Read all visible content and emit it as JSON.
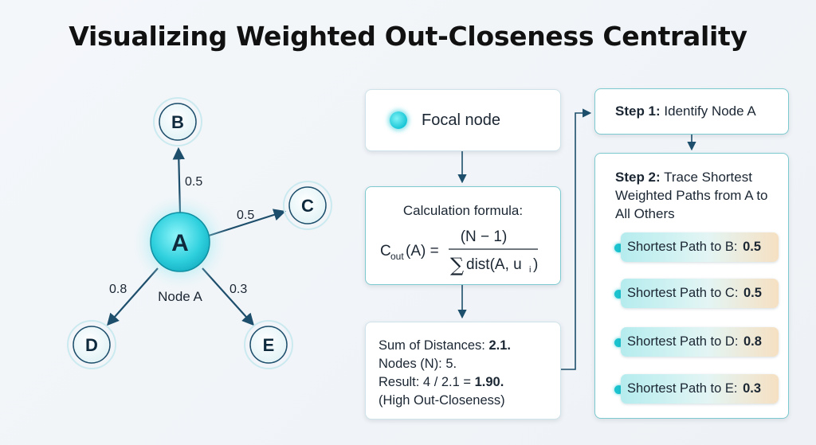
{
  "title": "Visualizing Weighted Out-Closeness Centrality",
  "graph": {
    "nodes": [
      {
        "id": "A",
        "label": "A",
        "caption": "Node A"
      },
      {
        "id": "B",
        "label": "B"
      },
      {
        "id": "C",
        "label": "C"
      },
      {
        "id": "D",
        "label": "D"
      },
      {
        "id": "E",
        "label": "E"
      }
    ],
    "edges": [
      {
        "from": "A",
        "to": "B",
        "weight": "0.5"
      },
      {
        "from": "A",
        "to": "C",
        "weight": "0.5"
      },
      {
        "from": "A",
        "to": "D",
        "weight": "0.8"
      },
      {
        "from": "A",
        "to": "E",
        "weight": "0.3"
      }
    ]
  },
  "legend": {
    "focal_node": "Focal node"
  },
  "formula": {
    "heading": "Calculation formula:",
    "lhs_c": "C",
    "lhs_sub": "out",
    "lhs_arg": "(A) =",
    "numerator": "(N − 1)",
    "sum_symbol": "∑",
    "denominator": "dist(A, u",
    "denominator_sub": "i",
    "denominator_close": ")"
  },
  "result": {
    "sum_label": "Sum of Distances: ",
    "sum_value": "2.1.",
    "nodes_line": "Nodes (N): 5.",
    "result_label": "Result: 4 / 2.1 = ",
    "result_value": "1.90.",
    "note": "(High Out-Closeness)"
  },
  "steps": {
    "step1_label": "Step 1:",
    "step1_text": " Identify Node A",
    "step2_label": "Step 2:",
    "step2_text": " Trace Shortest Weighted Paths from A to All Others",
    "paths": [
      {
        "label": "Shortest Path to B: ",
        "value": "0.5"
      },
      {
        "label": "Shortest Path to C: ",
        "value": "0.5"
      },
      {
        "label": "Shortest Path to D: ",
        "value": "0.8"
      },
      {
        "label": "Shortest Path to E: ",
        "value": "0.3"
      }
    ]
  },
  "colors": {
    "accent": "#1bc3cf",
    "edge": "#1d4e6b",
    "node_fill": "#e9f6f8"
  }
}
